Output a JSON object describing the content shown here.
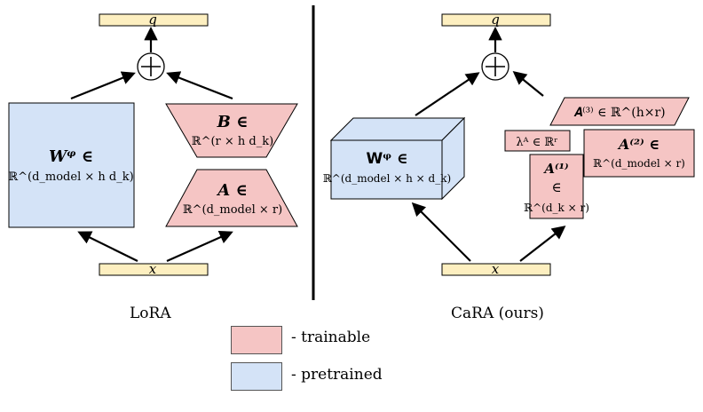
{
  "colors": {
    "io": "#fdefc0",
    "trainable": "#f5c5c4",
    "pretrained": "#d4e3f7",
    "stroke": "#000000"
  },
  "lora": {
    "caption": "LoRA",
    "q_label": "q",
    "x_label": "x",
    "plus_symbol": "+",
    "w_line1": "𝑾ᵠ ∈",
    "w_line2": "ℝ^(d_model × h d_k)",
    "b_line1": "𝑩 ∈",
    "b_line2": "ℝ^(r × h d_k)",
    "a_line1": "𝑨 ∈",
    "a_line2": "ℝ^(d_model × r)"
  },
  "cara": {
    "caption": "CaRA (ours)",
    "q_label": "q",
    "x_label": "x",
    "plus_symbol": "+",
    "w_line1": "𝗪ᵠ ∈",
    "w_line2": "ℝ^(d_model × h × d_k)",
    "a3": "𝑨⁽³⁾ ∈ ℝ^(h×r)",
    "lambda": "λᴬ ∈ ℝʳ",
    "a2_line1": "𝑨⁽²⁾ ∈",
    "a2_line2": "ℝ^(d_model × r)",
    "a1_line1": "𝑨⁽¹⁾",
    "a1_line2": "∈",
    "a1_line3": "ℝ^(d_k × r)"
  },
  "legend": {
    "trainable": "- trainable",
    "pretrained": "- pretrained"
  }
}
